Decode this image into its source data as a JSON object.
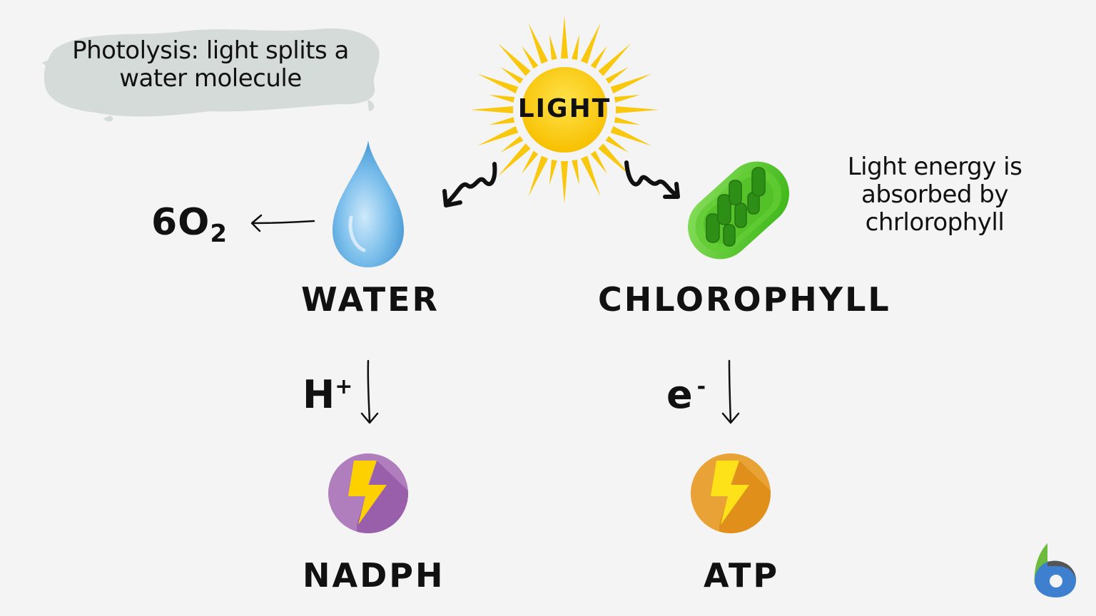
{
  "notes": {
    "photolysis": "Photolysis: light splits a water molecule",
    "absorption": "Light energy is absorbed by chrlorophyll"
  },
  "sun": {
    "label": "LIGHT",
    "color": "#f7c600"
  },
  "nodes": {
    "water": {
      "label": "WATER",
      "icon": "water-drop-icon",
      "color": "#5aa9e0"
    },
    "chlorophyll": {
      "label": "CHLOROPHYLL",
      "icon": "chloroplast-icon",
      "color": "#4cc61e"
    },
    "oxygen": {
      "coefficient": "6O",
      "subscript": "2"
    },
    "nadph": {
      "label": "NADPH",
      "icon": "lightning-bolt-icon",
      "color": "#a66bb5"
    },
    "atp": {
      "label": "ATP",
      "icon": "lightning-bolt-icon",
      "color": "#e39a1e"
    }
  },
  "transfers": {
    "hydrogen": {
      "symbol": "H",
      "charge": "+"
    },
    "electron": {
      "symbol": "e",
      "charge": "-"
    }
  },
  "arrows": [
    {
      "from": "light",
      "to": "water",
      "style": "wavy"
    },
    {
      "from": "light",
      "to": "chlorophyll",
      "style": "wavy"
    },
    {
      "from": "water",
      "to": "oxygen",
      "style": "straight"
    },
    {
      "from": "water",
      "to": "nadph",
      "via": "H+",
      "style": "straight"
    },
    {
      "from": "chlorophyll",
      "to": "atp",
      "via": "e-",
      "style": "straight"
    }
  ],
  "colors": {
    "background": "#f4f4f4",
    "brush_highlight": "#d5dbd9",
    "bolt": "#fdd000",
    "text": "#111111"
  }
}
